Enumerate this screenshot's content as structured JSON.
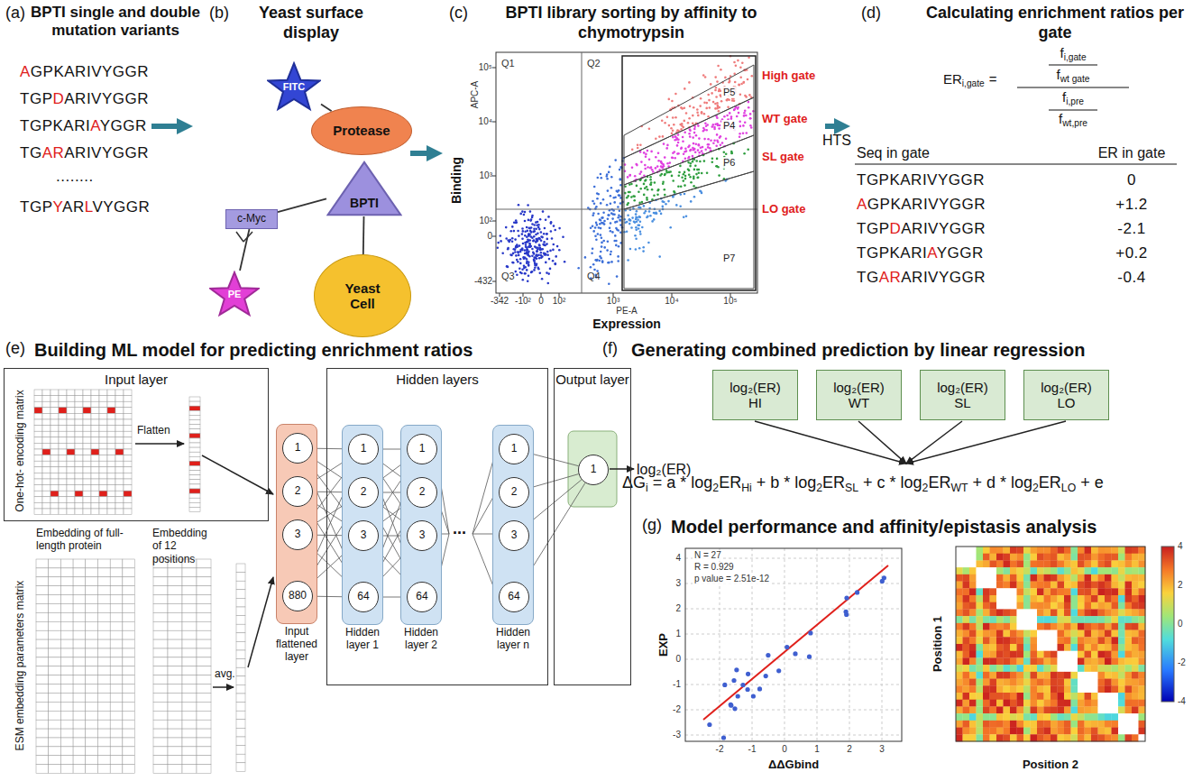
{
  "diagram": {
    "nodes": [
      {
        "text": [
          "FITC"
        ]
      },
      {
        "text": [
          "Protease"
        ]
      },
      {
        "text": [
          "BPTI"
        ]
      },
      {
        "text": [
          "c-Myc"
        ]
      },
      {
        "text": [
          "PE"
        ]
      },
      {
        "text": [
          "Yeast Cell"
        ]
      },
      {
        "text": [
          "Input layer"
        ]
      },
      {
        "text": [
          "Input flattened layer"
        ]
      },
      {
        "text": [
          "1"
        ],
        "in": 7
      },
      {
        "text": [
          "2"
        ],
        "in": 7
      },
      {
        "text": [
          "3"
        ],
        "in": 7
      },
      {
        "text": [
          "880"
        ],
        "in": 7
      },
      {
        "text": [
          "Hidden layers"
        ]
      },
      {
        "text": [
          "Hidden layer 1"
        ],
        "in": 12
      },
      {
        "text": [
          "1"
        ],
        "in": 13
      },
      {
        "text": [
          "2"
        ],
        "in": 13
      },
      {
        "text": [
          "3"
        ],
        "in": 13
      },
      {
        "text": [
          "64"
        ],
        "in": 13
      },
      {
        "text": [
          "Hidden layer 2"
        ],
        "in": 12
      },
      {
        "text": [
          "1"
        ],
        "in": 18
      },
      {
        "text": [
          "2"
        ],
        "in": 18
      },
      {
        "text": [
          "3"
        ],
        "in": 18
      },
      {
        "text": [
          "64"
        ],
        "in": 18
      },
      {
        "text": [
          "Hidden layer n"
        ],
        "in": 12
      },
      {
        "text": [
          "1"
        ],
        "in": 23
      },
      {
        "text": [
          "2"
        ],
        "in": 23
      },
      {
        "text": [
          "3"
        ],
        "in": 23
      },
      {
        "text": [
          "64"
        ],
        "in": 23
      },
      {
        "text": [
          "Output layer"
        ]
      },
      {
        "text": [
          "1"
        ],
        "in": 28
      },
      {
        "text": [
          "log₂(ER) HI"
        ]
      },
      {
        "text": [
          "log₂(ER) WT"
        ]
      },
      {
        "text": [
          "log₂(ER) SL"
        ]
      },
      {
        "text": [
          "log₂(ER) LO"
        ]
      }
    ],
    "edges": [
      {
        "from": 0,
        "to": 1,
        "arrow": "none"
      },
      {
        "from": 3,
        "to": 2,
        "arrow": "none"
      },
      {
        "from": 4,
        "to": 3,
        "arrow": "none"
      },
      {
        "from": 2,
        "to": 5,
        "arrow": "none"
      },
      {
        "from": 8,
        "to": 14,
        "arrow": "none"
      },
      {
        "from": 8,
        "to": 15,
        "arrow": "none"
      },
      {
        "from": 8,
        "to": 16,
        "arrow": "none"
      },
      {
        "from": 8,
        "to": 17,
        "arrow": "none"
      },
      {
        "from": 9,
        "to": 14,
        "arrow": "none"
      },
      {
        "from": 9,
        "to": 15,
        "arrow": "none"
      },
      {
        "from": 9,
        "to": 16,
        "arrow": "none"
      },
      {
        "from": 9,
        "to": 17,
        "arrow": "none"
      },
      {
        "from": 10,
        "to": 14,
        "arrow": "none"
      },
      {
        "from": 10,
        "to": 15,
        "arrow": "none"
      },
      {
        "from": 10,
        "to": 16,
        "arrow": "none"
      },
      {
        "from": 10,
        "to": 17,
        "arrow": "none"
      },
      {
        "from": 11,
        "to": 14,
        "arrow": "none"
      },
      {
        "from": 11,
        "to": 15,
        "arrow": "none"
      },
      {
        "from": 11,
        "to": 16,
        "arrow": "none"
      },
      {
        "from": 11,
        "to": 17,
        "arrow": "none"
      },
      {
        "from": 14,
        "to": 19,
        "arrow": "none"
      },
      {
        "from": 14,
        "to": 20,
        "arrow": "none"
      },
      {
        "from": 14,
        "to": 21,
        "arrow": "none"
      },
      {
        "from": 14,
        "to": 22,
        "arrow": "none"
      },
      {
        "from": 15,
        "to": 19,
        "arrow": "none"
      },
      {
        "from": 15,
        "to": 20,
        "arrow": "none"
      },
      {
        "from": 15,
        "to": 21,
        "arrow": "none"
      },
      {
        "from": 15,
        "to": 22,
        "arrow": "none"
      },
      {
        "from": 16,
        "to": 19,
        "arrow": "none"
      },
      {
        "from": 16,
        "to": 20,
        "arrow": "none"
      },
      {
        "from": 16,
        "to": 21,
        "arrow": "none"
      },
      {
        "from": 16,
        "to": 22,
        "arrow": "none"
      },
      {
        "from": 17,
        "to": 19,
        "arrow": "none"
      },
      {
        "from": 17,
        "to": 20,
        "arrow": "none"
      },
      {
        "from": 17,
        "to": 21,
        "arrow": "none"
      },
      {
        "from": 17,
        "to": 22,
        "arrow": "none"
      },
      {
        "from": 24,
        "to": 29,
        "arrow": "none"
      },
      {
        "from": 25,
        "to": 29,
        "arrow": "none"
      },
      {
        "from": 26,
        "to": 29,
        "arrow": "none"
      },
      {
        "from": 27,
        "to": 29,
        "arrow": "none"
      }
    ],
    "labels": [
      "(a)",
      "BPTI single and double mutation variants",
      "AGPKARIVYGGR",
      "TGPDARIVYGGR",
      "TGPKARIAYGGR",
      "TGARARIVYGGR",
      "........",
      "TGPYARLVYGGR",
      "(b)",
      "Yeast surface display",
      "(c)",
      "BPTI library sorting by affinity to chymotrypsin",
      "Binding",
      "APC-A",
      "Expression",
      "PE-A",
      "10⁵",
      "10⁴",
      "10³",
      "10²",
      "0",
      "-432",
      "-342",
      "-10²",
      "0",
      "10²",
      "10³",
      "10⁴",
      "10⁵",
      "Q1",
      "Q2",
      "Q3",
      "Q4",
      "P5",
      "P4",
      "P6",
      "P7",
      "High gate",
      "WT gate",
      "SL gate",
      "LO gate",
      "HTS",
      "(d)",
      "Calculating enrichment ratios per gate",
      "ER",
      "i,gate",
      "=",
      "f",
      "i,gate",
      "f",
      "wt gate",
      "f",
      "i,pre",
      "f",
      "wt,pre",
      "Seq in gate",
      "ER in gate",
      "TGPKARIVYGGR",
      "0",
      "AGPKARIVYGGR",
      "+1.2",
      "TGPDARIVYGGR",
      "-2.1",
      "TGPKARIAYGGR",
      "+0.2",
      "TGARARIVYGGR",
      "-0.4",
      "(e)",
      "Building ML model for predicting enrichment ratios",
      "One-hot- encoding matrix",
      "Flatten",
      "ESM embedding parameters matrix",
      "Embedding of full-length protein",
      "Embedding of 12 positions",
      "avg.",
      "...",
      "log₂(ER)",
      "(f)",
      "Generating combined prediction by linear regression",
      "ΔG",
      "i",
      "= a * log",
      "2",
      "ER",
      "Hi",
      "+ b * log",
      "2",
      "ER",
      "SL",
      "+ c * log",
      "2",
      "ER",
      "WT",
      "+ d * log",
      "2",
      "ER",
      "LO",
      "+ e",
      "(g)",
      "Model performance and affinity/epistasis analysis",
      "N = 27",
      "R = 0.929",
      "p value = 2.51e-12",
      "EXP",
      "ΔΔGbind",
      "4",
      "3",
      "2",
      "1",
      "0",
      "-1",
      "-2",
      "-3",
      "-2",
      "-1",
      "0",
      "1",
      "2",
      "3",
      "Position 1",
      "Position 2",
      "4",
      "2",
      "0",
      "-2",
      "-4"
    ]
  }
}
